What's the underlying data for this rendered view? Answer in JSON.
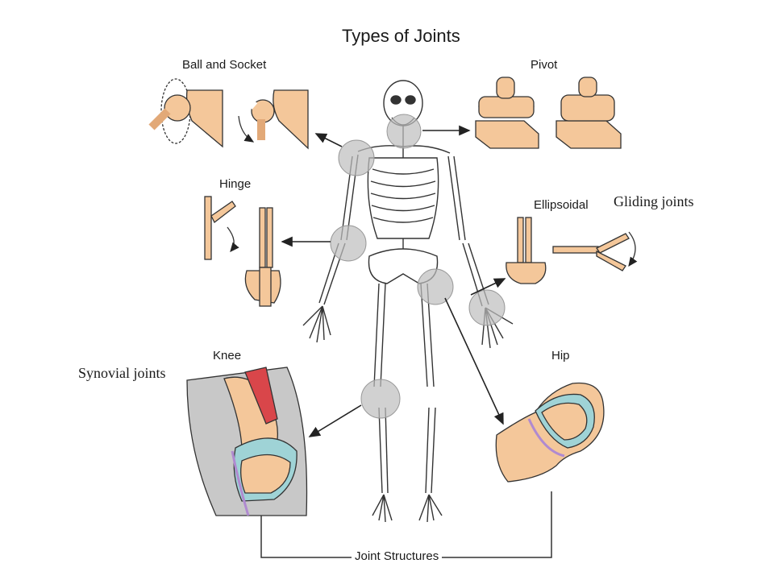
{
  "title": "Types of Joints",
  "labels": {
    "ball_socket": "Ball and Socket",
    "pivot": "Pivot",
    "hinge": "Hinge",
    "ellipsoidal": "Ellipsoidal",
    "knee": "Knee",
    "hip": "Hip",
    "footer": "Joint Structures"
  },
  "annotations": {
    "gliding": "Gliding joints",
    "synovial": "Synovial joints"
  },
  "colors": {
    "bone": "#f4c79a",
    "bone_outline": "#444444",
    "highlight": "#bdbdbd",
    "cartilage": "#9fd3d6",
    "membrane": "#b08ad0",
    "muscle": "#d9464a",
    "tissue": "#c8c8c8"
  }
}
